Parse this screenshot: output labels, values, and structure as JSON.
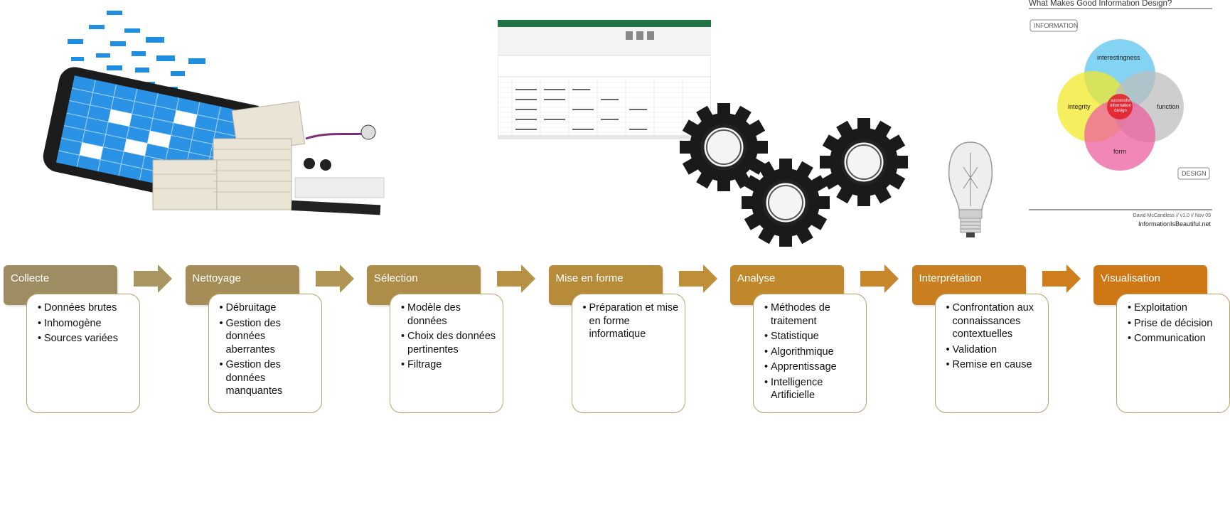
{
  "stages": [
    {
      "title": "Collecte",
      "color": "#9e8c62",
      "items": [
        "Données brutes",
        "Inhomogène",
        "Sources variées"
      ]
    },
    {
      "title": "Nettoyage",
      "color": "#a48d56",
      "items": [
        "Débruitage",
        "Gestion des données aberrantes",
        "Gestion des données manquantes"
      ]
    },
    {
      "title": "Sélection",
      "color": "#ad8d47",
      "items": [
        "Modèle des données",
        "Choix des données pertinentes",
        "Filtrage"
      ]
    },
    {
      "title": "Mise en forme",
      "color": "#b68c3a",
      "items": [
        "Préparation et mise en forme informatique"
      ]
    },
    {
      "title": "Analyse",
      "color": "#c0872b",
      "items": [
        "Méthodes de traitement",
        "Statistique",
        "Algorithmique",
        "Apprentissage",
        "Intelligence Artificielle"
      ]
    },
    {
      "title": "Interprétation",
      "color": "#c97e1f",
      "items": [
        "Confrontation aux connaissances contextuelles",
        "Validation",
        "Remise en cause"
      ]
    },
    {
      "title": "Visualisation",
      "color": "#cf7615",
      "items": [
        "Exploitation",
        "Prise de décision",
        "Communication"
      ]
    }
  ],
  "arrow_colors": [
    "#a89560",
    "#b09454",
    "#b89244",
    "#c08e36",
    "#c8862a",
    "#cf7e1e"
  ],
  "venn": {
    "title": "What Makes Good Information Design?",
    "tag_top": "INFORMATION",
    "tag_bottom": "DESIGN",
    "interestingness": "interestingness",
    "integrity": "integrity",
    "function": "function",
    "form": "form",
    "center": "successful information design",
    "author": "David McCandless // v1.0 // Nov 09",
    "site": "InformationIsBeautiful.net"
  }
}
